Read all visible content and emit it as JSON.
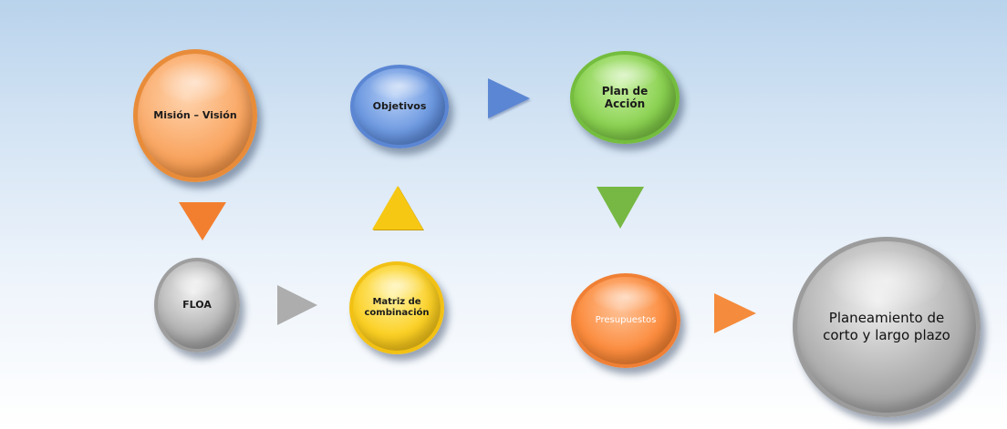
{
  "diagram": {
    "nodes": {
      "mision_vision": {
        "label": "Misión – Visión",
        "color": "#f9a764"
      },
      "objetivos": {
        "label": "Objetivos",
        "color": "#6c98e0"
      },
      "plan_accion": {
        "label": "Plan de Acción",
        "color": "#8ad151"
      },
      "floa": {
        "label": "FLOA",
        "color": "#b4b4b4"
      },
      "matriz": {
        "label": "Matriz de combinación",
        "color": "#fbd024"
      },
      "presupuestos": {
        "label": "Presupuestos",
        "color": "#fb8c3e"
      },
      "planeamiento": {
        "label": "Planeamiento de corto y largo plazo",
        "color": "#b2b2b2"
      }
    },
    "arrows": [
      {
        "icon": "arrow-right-icon",
        "color": "#5b86d3",
        "from": "objetivos",
        "to": "plan_accion"
      },
      {
        "icon": "arrow-down-icon",
        "color": "#f27f30",
        "from": "mision_vision",
        "to": "floa"
      },
      {
        "icon": "arrow-up-icon",
        "color": "#f6c814",
        "from": "matriz",
        "to": "objetivos"
      },
      {
        "icon": "arrow-down-icon",
        "color": "#76b843",
        "from": "plan_accion",
        "to": "presupuestos"
      },
      {
        "icon": "arrow-right-icon",
        "color": "#adadad",
        "from": "floa",
        "to": "matriz"
      },
      {
        "icon": "arrow-right-icon",
        "color": "#f58b3c",
        "from": "presupuestos",
        "to": "planeamiento"
      }
    ]
  }
}
